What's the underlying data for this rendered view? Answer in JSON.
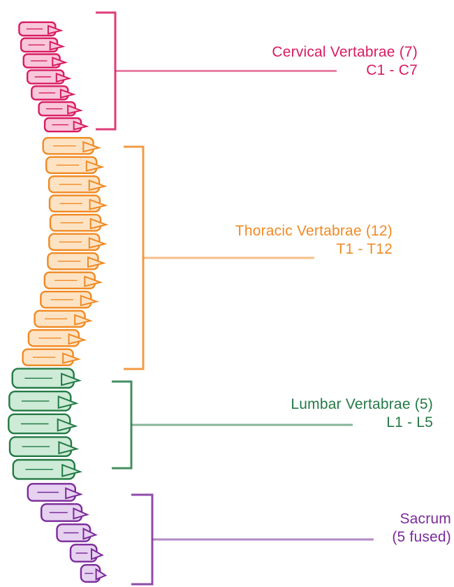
{
  "regions": [
    {
      "id": "cervical",
      "name": "Cervical Vertabrae (7)",
      "range": "C1 - C7",
      "color": "#d81b60",
      "fill": "#f9c7da"
    },
    {
      "id": "thoracic",
      "name": "Thoracic Vertabrae (12)",
      "range": "T1 - T12",
      "color": "#f08a24",
      "fill": "#fde3c4"
    },
    {
      "id": "lumbar",
      "name": "Lumbar Vertabrae (5)",
      "range": "L1 - L5",
      "color": "#237a45",
      "fill": "#cdebd6"
    },
    {
      "id": "sacrum",
      "name": "Sacrum",
      "range": "(5 fused)",
      "color": "#7b2a9b",
      "fill": "#e6d2f0"
    }
  ]
}
